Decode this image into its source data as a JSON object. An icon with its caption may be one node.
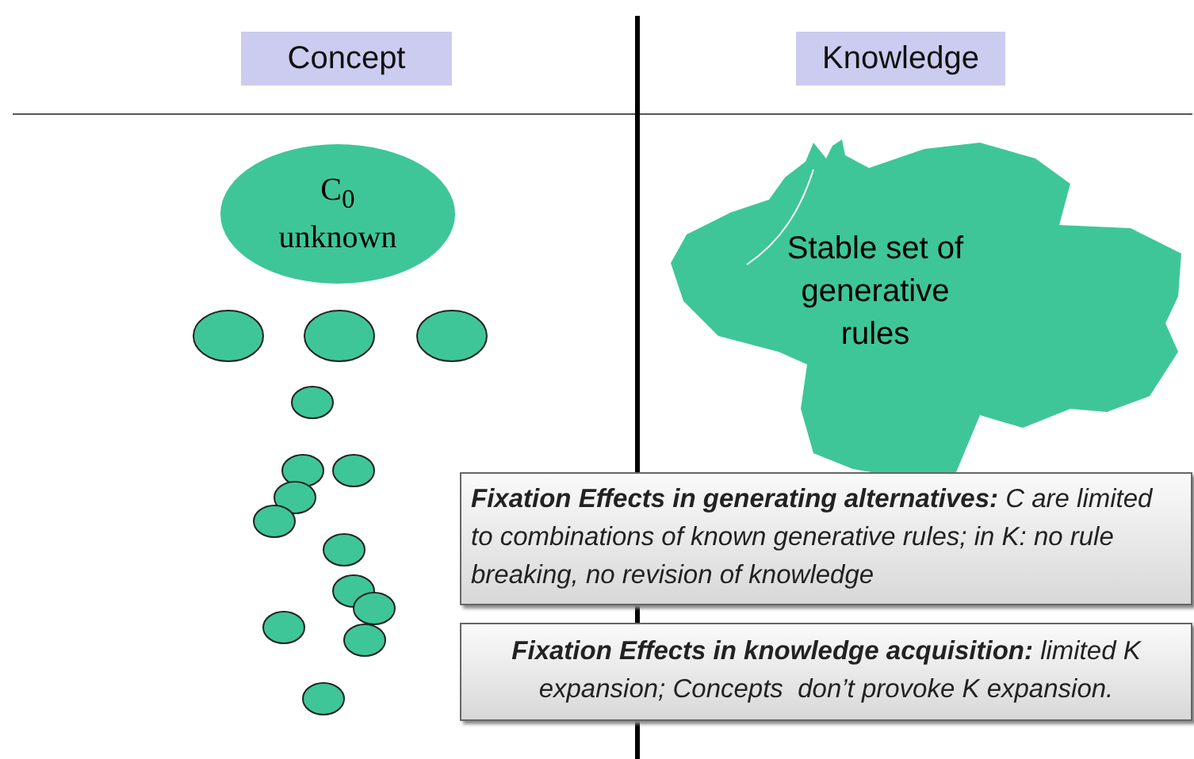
{
  "diagram": {
    "nodes": [
      {
        "text": [
          "Concept"
        ]
      },
      {
        "text": [
          "Knowledge"
        ]
      },
      {
        "text": [
          "C$_{0}$ unknown"
        ]
      },
      {
        "text": [
          "Stable set of generative rules"
        ]
      },
      {
        "text": [],
        "shape": "circle"
      },
      {
        "text": [],
        "shape": "circle"
      },
      {
        "text": [],
        "shape": "circle"
      },
      {
        "text": [],
        "shape": "circle"
      },
      {
        "text": [],
        "shape": "circle"
      },
      {
        "text": [],
        "shape": "circle"
      },
      {
        "text": [],
        "shape": "circle"
      },
      {
        "text": [],
        "shape": "circle"
      },
      {
        "text": [],
        "shape": "circle"
      },
      {
        "text": [],
        "shape": "circle"
      },
      {
        "text": [],
        "shape": "circle"
      },
      {
        "text": [],
        "shape": "circle"
      },
      {
        "text": [],
        "shape": "circle"
      },
      {
        "text": [],
        "shape": "circle"
      },
      {
        "text": [
          "**Fixation Effects in generating alternatives:** C are limited to combinations of known generative rules; in K: no rule breaking, no revision of knowledge"
        ]
      },
      {
        "text": [
          "**Fixation Effects in knowledge acquisition:** limited K expansion; Concepts  don’t provoke K expansion."
        ]
      }
    ]
  }
}
